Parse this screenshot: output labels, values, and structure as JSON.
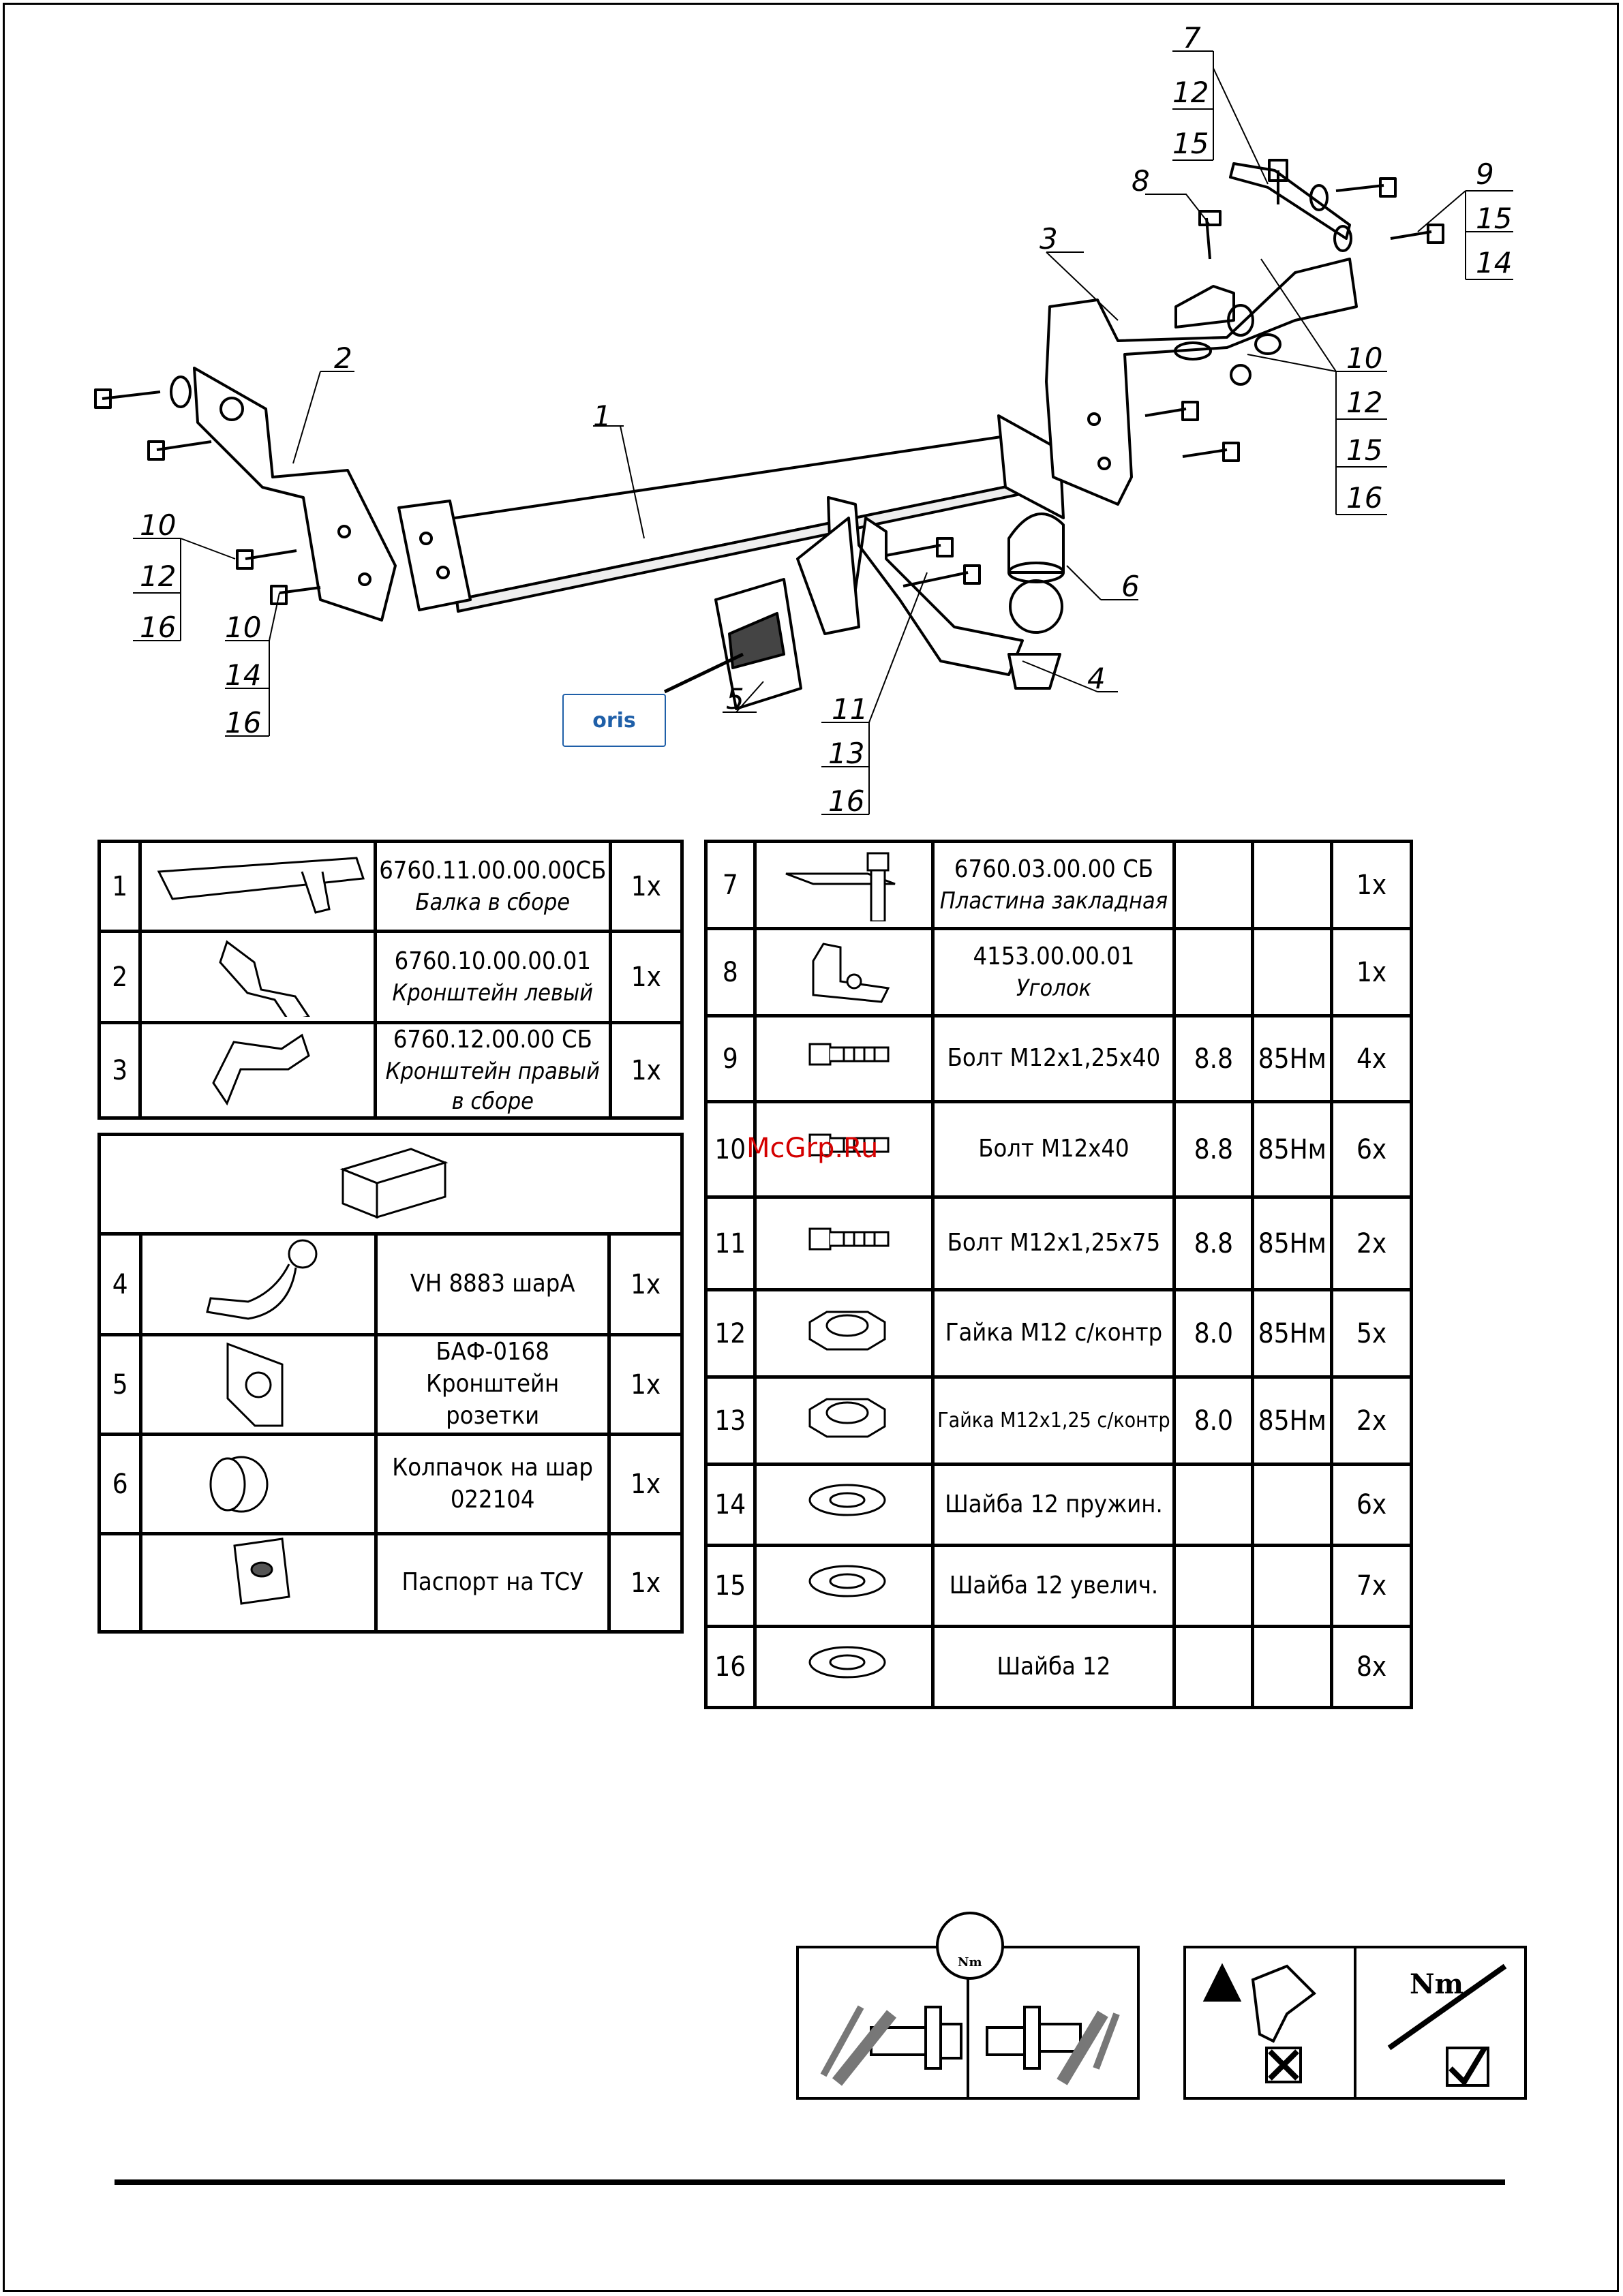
{
  "callouts": {
    "c1": "1",
    "c2": "2",
    "c3": "3",
    "c4": "4",
    "c5": "5",
    "c6": "6",
    "c7": "7",
    "c7a": "12",
    "c7b": "15",
    "c8": "8",
    "c9": "9",
    "c9a": "15",
    "c9b": "14",
    "c10r": "10",
    "c10ra": "12",
    "c10rb": "15",
    "c10rc": "16",
    "c10la": "10",
    "c10lb": "12",
    "c10lc": "16",
    "c10m": "10",
    "c10ma": "14",
    "c10mb": "16",
    "c11": "11",
    "c11a": "13",
    "c11b": "16"
  },
  "logo_text": "oris",
  "watermark": "McGrp.Ru",
  "left_table": {
    "rows": [
      {
        "num": "1",
        "code": "6760.11.00.00.00СБ",
        "name": "Балка в сборе",
        "qty": "1x"
      },
      {
        "num": "2",
        "code": "6760.10.00.00.01",
        "name": "Кронштейн левый",
        "qty": "1x"
      },
      {
        "num": "3",
        "code": "6760.12.00.00 СБ",
        "name": "Кронштейн правый в сборе",
        "qty": "1x"
      }
    ]
  },
  "left_table2": {
    "rows": [
      {
        "num": "4",
        "code": "VH 8883 шарА",
        "name": "",
        "qty": "1x"
      },
      {
        "num": "5",
        "code": "БАФ-0168",
        "name": "Кронштейн розетки",
        "qty": "1x"
      },
      {
        "num": "6",
        "code": "Колпачок на шар",
        "name": "022104",
        "qty": "1x"
      },
      {
        "num": "",
        "code": "Паспорт на ТСУ",
        "name": "",
        "qty": "1x"
      }
    ]
  },
  "right_table": {
    "rows": [
      {
        "num": "7",
        "desc": "6760.03.00.00 СБ",
        "sub": "Пластина закладная",
        "cls": "",
        "torque": "",
        "qty": "1x"
      },
      {
        "num": "8",
        "desc": "4153.00.00.01",
        "sub": "Уголок",
        "cls": "",
        "torque": "",
        "qty": "1x"
      },
      {
        "num": "9",
        "desc": "Болт М12х1,25х40",
        "sub": "",
        "cls": "8.8",
        "torque": "85Нм",
        "qty": "4x"
      },
      {
        "num": "10",
        "desc": "Болт М12х40",
        "sub": "",
        "cls": "8.8",
        "torque": "85Нм",
        "qty": "6x"
      },
      {
        "num": "11",
        "desc": "Болт М12х1,25х75",
        "sub": "",
        "cls": "8.8",
        "torque": "85Нм",
        "qty": "2x"
      },
      {
        "num": "12",
        "desc": "Гайка М12 с/контр",
        "sub": "",
        "cls": "8.0",
        "torque": "85Нм",
        "qty": "5x"
      },
      {
        "num": "13",
        "desc": "Гайка М12х1,25 с/контр",
        "sub": "",
        "cls": "8.0",
        "torque": "85Нм",
        "qty": "2x"
      },
      {
        "num": "14",
        "desc": "Шайба 12 пружин.",
        "sub": "",
        "cls": "",
        "torque": "",
        "qty": "6x"
      },
      {
        "num": "15",
        "desc": "Шайба 12 увелич.",
        "sub": "",
        "cls": "",
        "torque": "",
        "qty": "7x"
      },
      {
        "num": "16",
        "desc": "Шайба 12",
        "sub": "",
        "cls": "",
        "torque": "",
        "qty": "8x"
      }
    ]
  },
  "icons": {
    "torque_label": "Nm",
    "wrench_label": "Nm"
  }
}
